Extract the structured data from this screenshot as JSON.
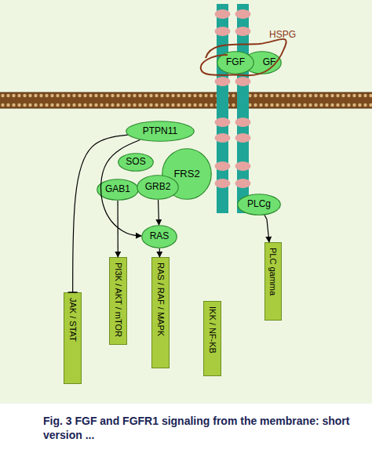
{
  "diagram": {
    "caption": "Fig. 3 FGF and FGFR1 signaling from the membrane: short version ...",
    "nodes": [
      {
        "text": [
          "FGF"
        ]
      },
      {
        "text": [
          "GF"
        ]
      },
      {
        "text": [
          "PTPN11"
        ]
      },
      {
        "text": [
          "SOS"
        ]
      },
      {
        "text": [
          "FRS2"
        ]
      },
      {
        "text": [
          "GAB1"
        ]
      },
      {
        "text": [
          "GRB2"
        ]
      },
      {
        "text": [
          "RAS"
        ]
      },
      {
        "text": [
          "PLCg"
        ]
      },
      {
        "text": [
          "JAK / STAT"
        ]
      },
      {
        "text": [
          "PI3K / AKT / mTOR"
        ]
      },
      {
        "text": [
          "RAS / RAF / MAPK"
        ]
      },
      {
        "text": [
          "IKK / NF-KB"
        ]
      },
      {
        "text": [
          "PLC gamma"
        ]
      }
    ],
    "edges": [
      {
        "from": 2,
        "to": 9,
        "arrow": "to"
      },
      {
        "from": 2,
        "to": 7,
        "arrow": "to"
      },
      {
        "from": 5,
        "to": 10,
        "arrow": "to"
      },
      {
        "from": 6,
        "to": 7,
        "arrow": "to"
      },
      {
        "from": 7,
        "to": 11,
        "arrow": "to"
      },
      {
        "from": 8,
        "to": 13,
        "arrow": "to"
      }
    ],
    "labels": [
      "HSPG"
    ]
  }
}
